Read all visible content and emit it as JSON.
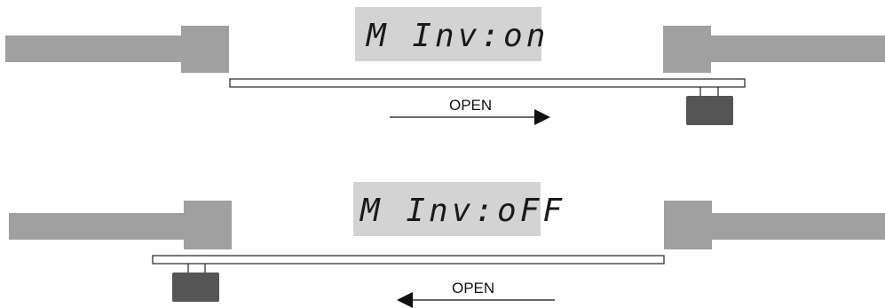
{
  "panels": [
    {
      "display_text": "M Inv:on",
      "direction_label": "OPEN",
      "direction": "right"
    },
    {
      "display_text": "M Inv:oFF",
      "direction_label": "OPEN",
      "direction": "left"
    }
  ],
  "colors": {
    "post": "#a0a0a0",
    "display_bg": "#d3d3d3",
    "motor": "#555555",
    "gate_rail": "#ffffff",
    "outline": "#222222"
  }
}
